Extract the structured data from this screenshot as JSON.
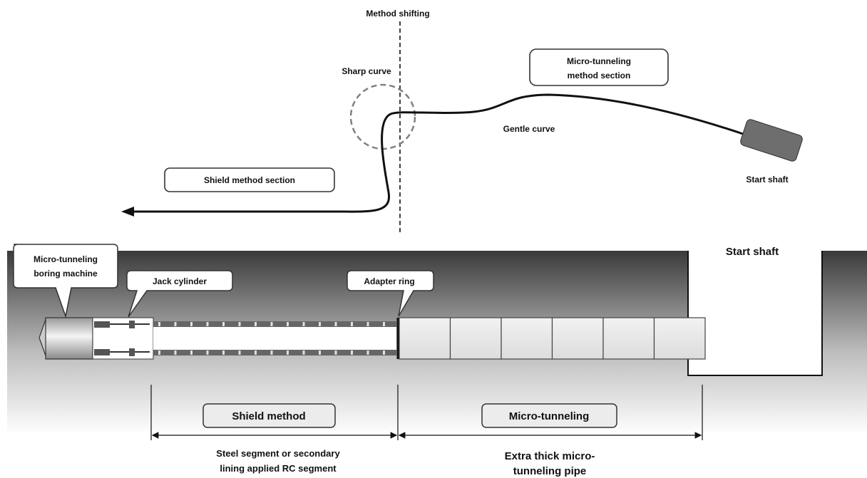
{
  "plan_view": {
    "method_shifting": "Method shifting",
    "sharp_curve": "Sharp curve",
    "micro_tunneling_section_line1": "Micro-tunneling",
    "micro_tunneling_section_line2": "method section",
    "gentle_curve": "Gentle curve",
    "shield_section": "Shield method section",
    "start_shaft": "Start shaft"
  },
  "section_view": {
    "start_shaft": "Start shaft",
    "machine_line1": "Micro-tunneling",
    "machine_line2": "boring machine",
    "jack_cylinder": "Jack cylinder",
    "adapter_ring": "Adapter ring",
    "shield_method": "Shield method",
    "micro_tunneling": "Micro-tunneling",
    "steel_segment_line1": "Steel segment or secondary",
    "steel_segment_line2": "lining applied RC segment",
    "thick_pipe_line1": "Extra thick micro-",
    "thick_pipe_line2": "tunneling pipe"
  },
  "colors": {
    "ground_top": "#3a3a3a",
    "ground_bottom": "#ffffff",
    "shaft_box": "#6e6e6e",
    "curve_circle": "#808080"
  }
}
